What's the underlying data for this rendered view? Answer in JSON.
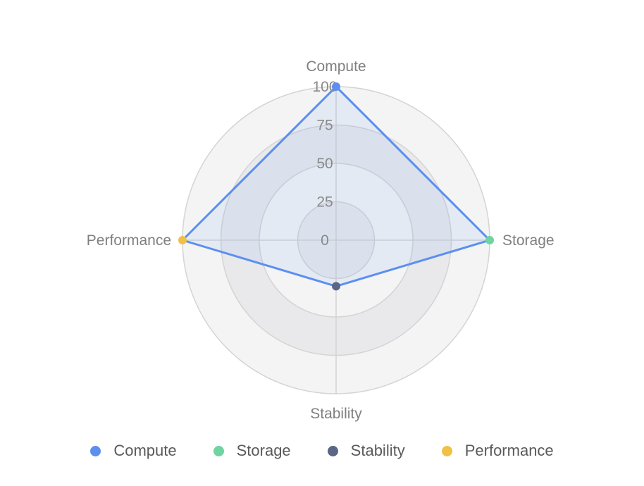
{
  "chart_data": {
    "type": "radar",
    "title": "",
    "indicators": [
      {
        "name": "Compute",
        "max": 100
      },
      {
        "name": "Storage",
        "max": 100
      },
      {
        "name": "Stability",
        "max": 100
      },
      {
        "name": "Performance",
        "max": 100
      }
    ],
    "ticks": [
      "0",
      "25",
      "50",
      "75",
      "100"
    ],
    "rlim": [
      0,
      100
    ],
    "series": [
      {
        "name": "",
        "values": [
          100,
          100,
          30,
          100
        ],
        "color": "#5b8ff0"
      }
    ],
    "point_colors": [
      "#5b8ff0",
      "#6fd3a2",
      "#5a6685",
      "#efc146"
    ],
    "legend": {
      "position": "bottom",
      "items": [
        {
          "label": "Compute",
          "color": "#5b8ff0"
        },
        {
          "label": "Storage",
          "color": "#6fd3a2"
        },
        {
          "label": "Stability",
          "color": "#5a6685"
        },
        {
          "label": "Performance",
          "color": "#efc146"
        }
      ]
    },
    "split_area_colors": [
      "#f4f4f4",
      "#e9e9ec"
    ],
    "grid_color": "#d4d4d4",
    "area_fill": "#5b8ff0"
  }
}
